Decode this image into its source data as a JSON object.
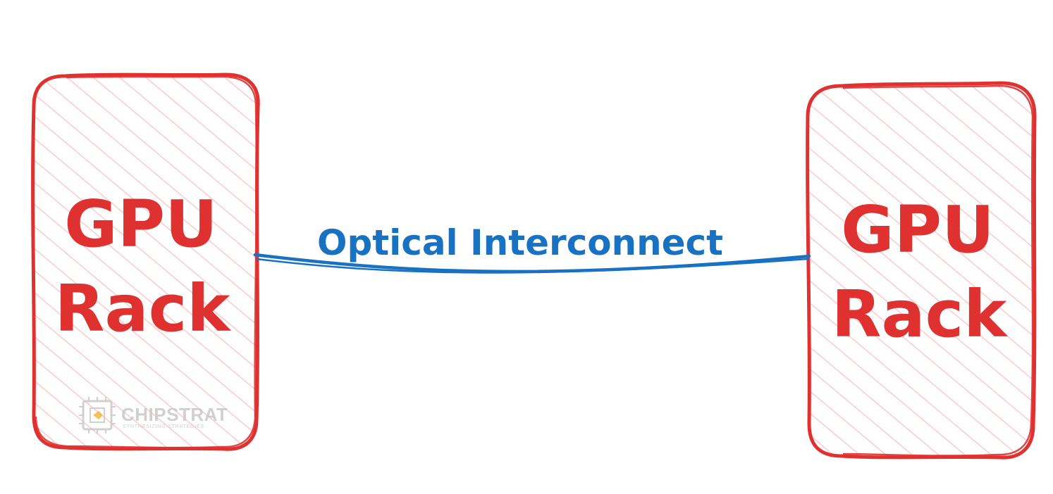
{
  "colors": {
    "rack_stroke": "#e03131",
    "rack_hatch": "#ffc9c9",
    "link_stroke": "#1971c2",
    "background": "#ffffff",
    "watermark": "#c8c8c8",
    "watermark_accent": "#f5b83d"
  },
  "racks": [
    {
      "label_line1": "GPU",
      "label_line2": "Rack"
    },
    {
      "label_line1": "GPU",
      "label_line2": "Rack"
    }
  ],
  "interconnect": {
    "label": "Optical Interconnect"
  },
  "watermark": {
    "brand": "CHIPSTRAT",
    "tagline": "SYNTHESIZING STRATEGIES"
  }
}
